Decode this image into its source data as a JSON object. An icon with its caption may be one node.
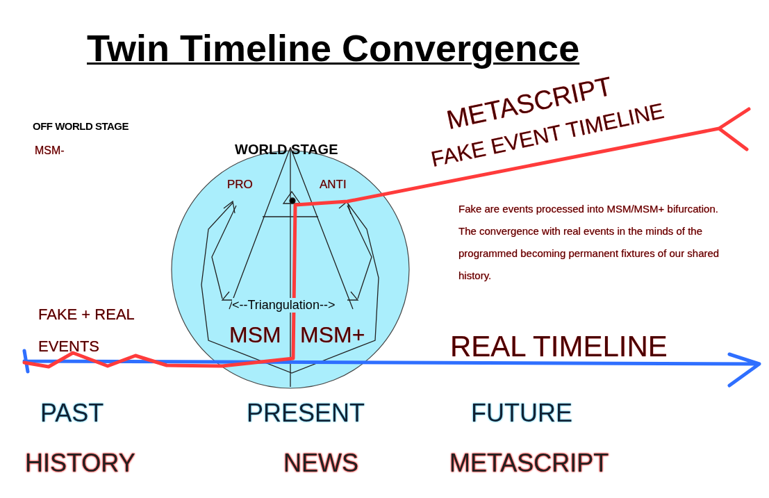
{
  "diagram": {
    "title": "Twin Timeline Convergence",
    "nodes": [
      {
        "text": [
          "WORLD STAGE",
          "PRO",
          "ANTI",
          "<--Triangulation-->",
          "MSM",
          "MSM+"
        ]
      }
    ],
    "edges": [],
    "labels": [
      "OFF WORLD STAGE",
      "MSM-",
      "FAKE + REAL EVENTS",
      "METASCRIPT",
      "FAKE EVENT TIMELINE",
      "Fake are events processed into MSM/MSM+ bifurcation. The convergence with real events in the minds of the programmed becoming permanent fixtures of our shared history.",
      "REAL TIMELINE",
      "PAST",
      "PRESENT",
      "FUTURE",
      "HISTORY",
      "NEWS",
      "METASCRIPT"
    ]
  }
}
